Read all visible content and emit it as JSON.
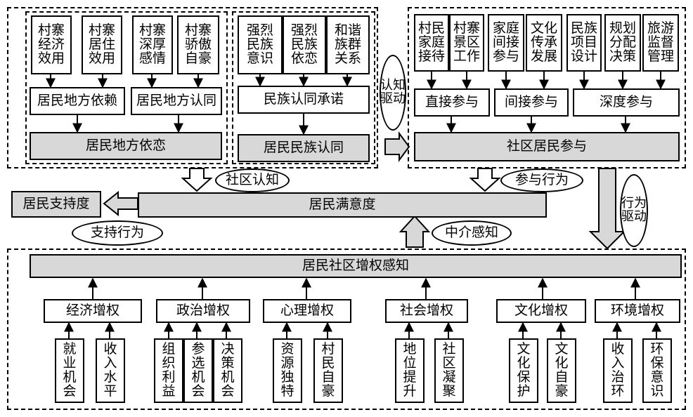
{
  "place_dependence": {
    "items": [
      "村寨\n经济\n效用",
      "村寨\n居住\n效用",
      "村寨\n深厚\n感情",
      "村寨\n骄傲\n自豪"
    ],
    "dependence": "居民地方依赖",
    "identity": "居民地方认同",
    "attachment": "居民地方依恋"
  },
  "ethnic_identity": {
    "items": [
      "强烈\n民族\n意识",
      "强烈\n民族\n依恋",
      "和谐\n族群\n关系"
    ],
    "commitment": "民族认同承诺",
    "result": "居民民族认同"
  },
  "cognition_driven": "认知\n驱动",
  "participation": {
    "items": [
      "村民\n家庭\n接待",
      "村寨\n景区\n工作",
      "家庭\n间接\n参与",
      "文化\n传承\n发展",
      "民族\n项目\n设计",
      "规划\n分配\n决策",
      "旅游\n监督\n管理"
    ],
    "direct": "直接参与",
    "indirect": "间接参与",
    "deep": "深度参与",
    "result": "社区居民参与"
  },
  "community_cognition": "社区认知",
  "participation_behavior": "参与行为",
  "behavior_driven": "行为\n驱动",
  "support": "居民支持度",
  "satisfaction": "居民满意度",
  "support_behavior": "支持行为",
  "mediating_perception": "中介感知",
  "empowerment": {
    "title": "居民社区增权感知",
    "groups": [
      {
        "label": "经济增权",
        "items": [
          "就\n业\n机\n会",
          "收\n入\n水\n平"
        ]
      },
      {
        "label": "政治增权",
        "items": [
          "组\n织\n利\n益",
          "参\n选\n机\n会",
          "决\n策\n机\n会"
        ]
      },
      {
        "label": "心理增权",
        "items": [
          "资\n源\n独\n特",
          "村\n民\n自\n豪"
        ]
      },
      {
        "label": "社会增权",
        "items": [
          "地\n位\n提\n升",
          "社\n区\n凝\n聚"
        ]
      },
      {
        "label": "文化增权",
        "items": [
          "文\n化\n保\n护",
          "文\n化\n自\n豪"
        ]
      },
      {
        "label": "环境增权",
        "items": [
          "收\n入\n治\n环",
          "环\n保\n意\n识"
        ]
      }
    ]
  }
}
